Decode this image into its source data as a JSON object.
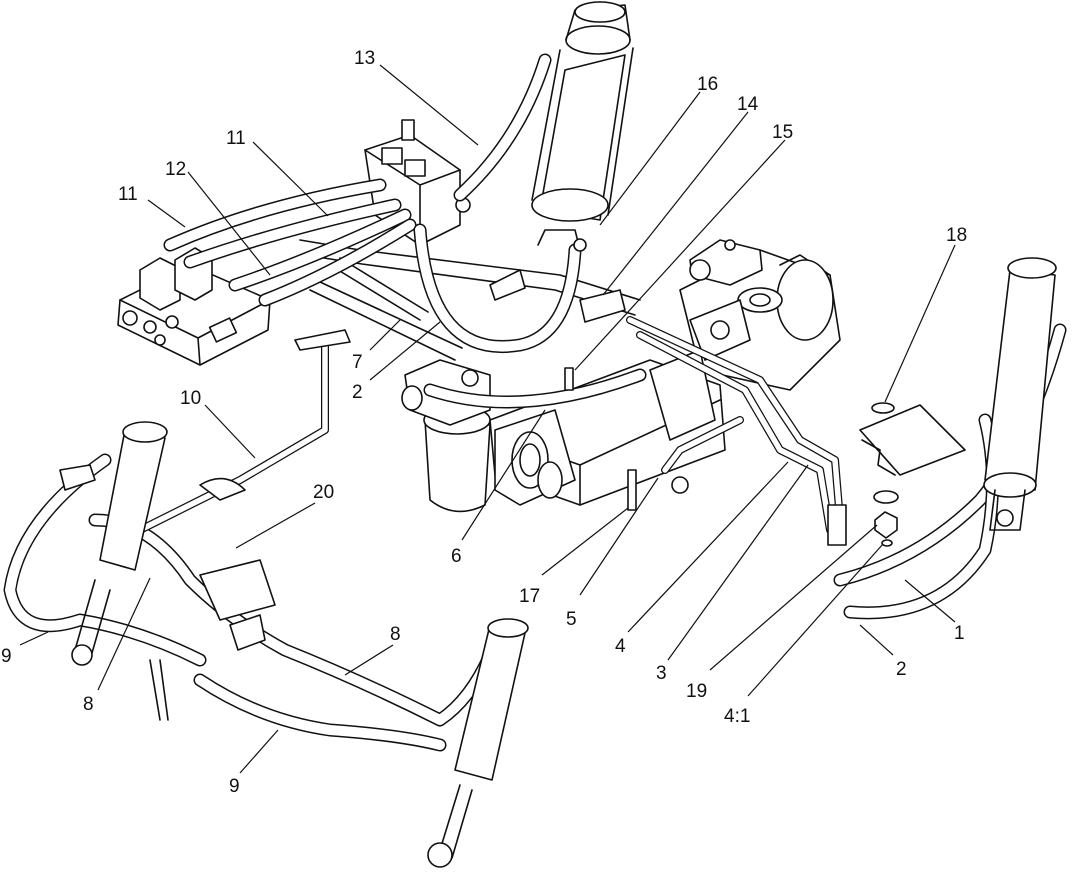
{
  "callouts": [
    {
      "id": "c13",
      "label": "13"
    },
    {
      "id": "c16",
      "label": "16"
    },
    {
      "id": "c14",
      "label": "14"
    },
    {
      "id": "c15",
      "label": "15"
    },
    {
      "id": "c11a",
      "label": "11"
    },
    {
      "id": "c11b",
      "label": "11"
    },
    {
      "id": "c12",
      "label": "12"
    },
    {
      "id": "c18",
      "label": "18"
    },
    {
      "id": "c7",
      "label": "7"
    },
    {
      "id": "c2a",
      "label": "2"
    },
    {
      "id": "c10",
      "label": "10"
    },
    {
      "id": "c20",
      "label": "20"
    },
    {
      "id": "c6",
      "label": "6"
    },
    {
      "id": "c17",
      "label": "17"
    },
    {
      "id": "c5",
      "label": "5"
    },
    {
      "id": "c4",
      "label": "4"
    },
    {
      "id": "c3",
      "label": "3"
    },
    {
      "id": "c19",
      "label": "19"
    },
    {
      "id": "c41",
      "label": "4:1"
    },
    {
      "id": "c1",
      "label": "1"
    },
    {
      "id": "c2b",
      "label": "2"
    },
    {
      "id": "c9a",
      "label": "9"
    },
    {
      "id": "c8a",
      "label": "8"
    },
    {
      "id": "c8b",
      "label": "8"
    },
    {
      "id": "c9b",
      "label": "9"
    }
  ]
}
